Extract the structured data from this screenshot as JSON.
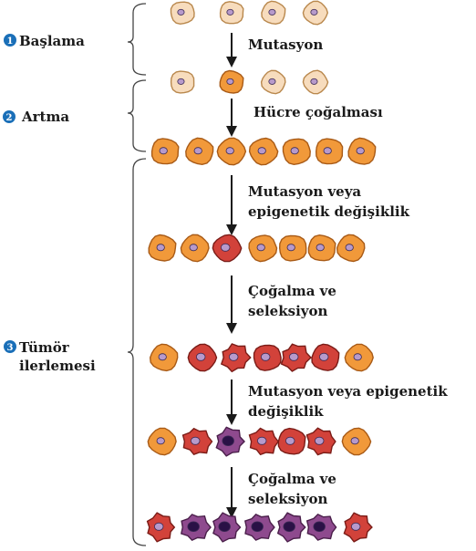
{
  "stages": [
    {
      "number": "1",
      "label": "Başlama"
    },
    {
      "number": "2",
      "label": "Artma"
    },
    {
      "number": "3",
      "label_lines": [
        "Tümör",
        "ilerlemesi"
      ]
    }
  ],
  "steps": [
    {
      "lines": [
        "Mutasyon"
      ]
    },
    {
      "lines": [
        "Hücre çoğalması"
      ]
    },
    {
      "lines": [
        "Mutasyon veya",
        "epigenetik değişiklik"
      ]
    },
    {
      "lines": [
        "Çoğalma ve",
        "seleksiyon"
      ]
    },
    {
      "lines": [
        "Mutasyon veya epigenetik",
        "değişiklik"
      ]
    },
    {
      "lines": [
        "Çoğalma ve",
        "seleksiyon"
      ]
    }
  ],
  "cell_rows": [
    [
      "normal",
      "normal",
      "normal",
      "normal"
    ],
    [
      "normal",
      "mutant",
      "normal",
      "normal"
    ],
    [
      "mutant",
      "mutant",
      "mutant",
      "mutant",
      "mutant",
      "mutant",
      "mutant"
    ],
    [
      "mutant",
      "mutant",
      "red",
      "mutant",
      "mutant",
      "mutant",
      "mutant"
    ],
    [
      "mutant",
      "red",
      "red",
      "red",
      "red",
      "red",
      "mutant"
    ],
    [
      "mutant",
      "red",
      "purple",
      "red",
      "red",
      "red",
      "mutant"
    ],
    [
      "red",
      "purple",
      "purple",
      "purple",
      "purple",
      "purple",
      "red"
    ]
  ],
  "colors": {
    "normal_fill": "#f7dcbd",
    "mutant_fill": "#f1993a",
    "red_fill": "#d2423a",
    "purple_fill": "#8e4a8e",
    "nucleus_light": "#b79acb",
    "nucleus_dark": "#2a1146",
    "circle_badge": "#1a6fb8"
  }
}
